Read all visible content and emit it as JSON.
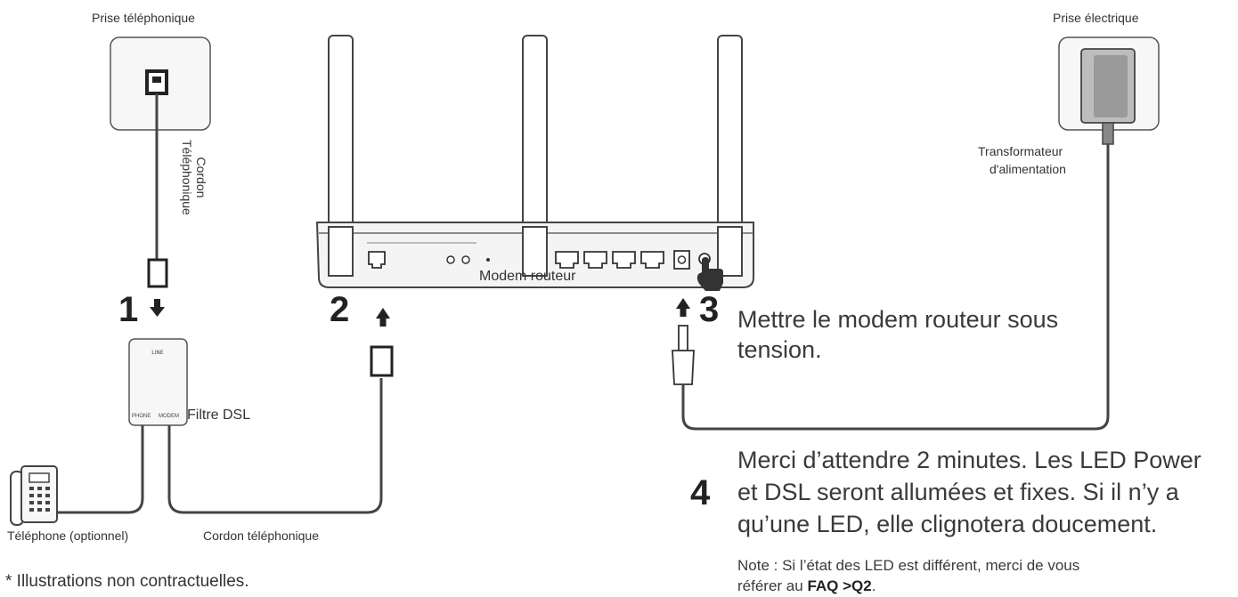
{
  "labels": {
    "prise_telephonique": "Prise téléphonique",
    "cordon_line1": "Cordon",
    "cordon_line2": "Téléphonique",
    "prise_electrique": "Prise électrique",
    "transformateur_line1": "Transformateur",
    "transformateur_line2": "d'alimentation",
    "modem_routeur": "Modem routeur",
    "filtre_dsl": "Filtre DSL",
    "filter_port_phone": "PHONE",
    "filter_port_modem": "MODEM",
    "telephone": "Téléphone (optionnel)",
    "cordon_telephonique": "Cordon téléphonique"
  },
  "steps": [
    {
      "number": "1"
    },
    {
      "number": "2"
    },
    {
      "number": "3",
      "text_line1": "Mettre le modem routeur sous",
      "text_line2": "tension."
    },
    {
      "number": "4",
      "text_line1": "Merci d’attendre 2 minutes. Les LED Power",
      "text_line2": "et DSL seront allumées et fixes. Si il n’y a",
      "text_line3": "qu’une LED, elle clignotera doucement."
    }
  ],
  "note": {
    "line1": "Note : Si l’état des LED est différent, merci de vous",
    "line2_prefix": "référer au ",
    "line2_bold": "FAQ >Q2",
    "line2_suffix": "."
  },
  "footnote": "* Illustrations non contractuelles.",
  "icons": [
    "phone-jack-icon",
    "dsl-filter-icon",
    "telephone-icon",
    "router-icon",
    "power-adapter-icon",
    "hand-pointer-icon",
    "arrow-down-icon",
    "arrow-up-icon"
  ],
  "colors": {
    "line": "#555555",
    "cable": "#444444",
    "outline": "#333333",
    "panel": "#f2f2f2"
  }
}
